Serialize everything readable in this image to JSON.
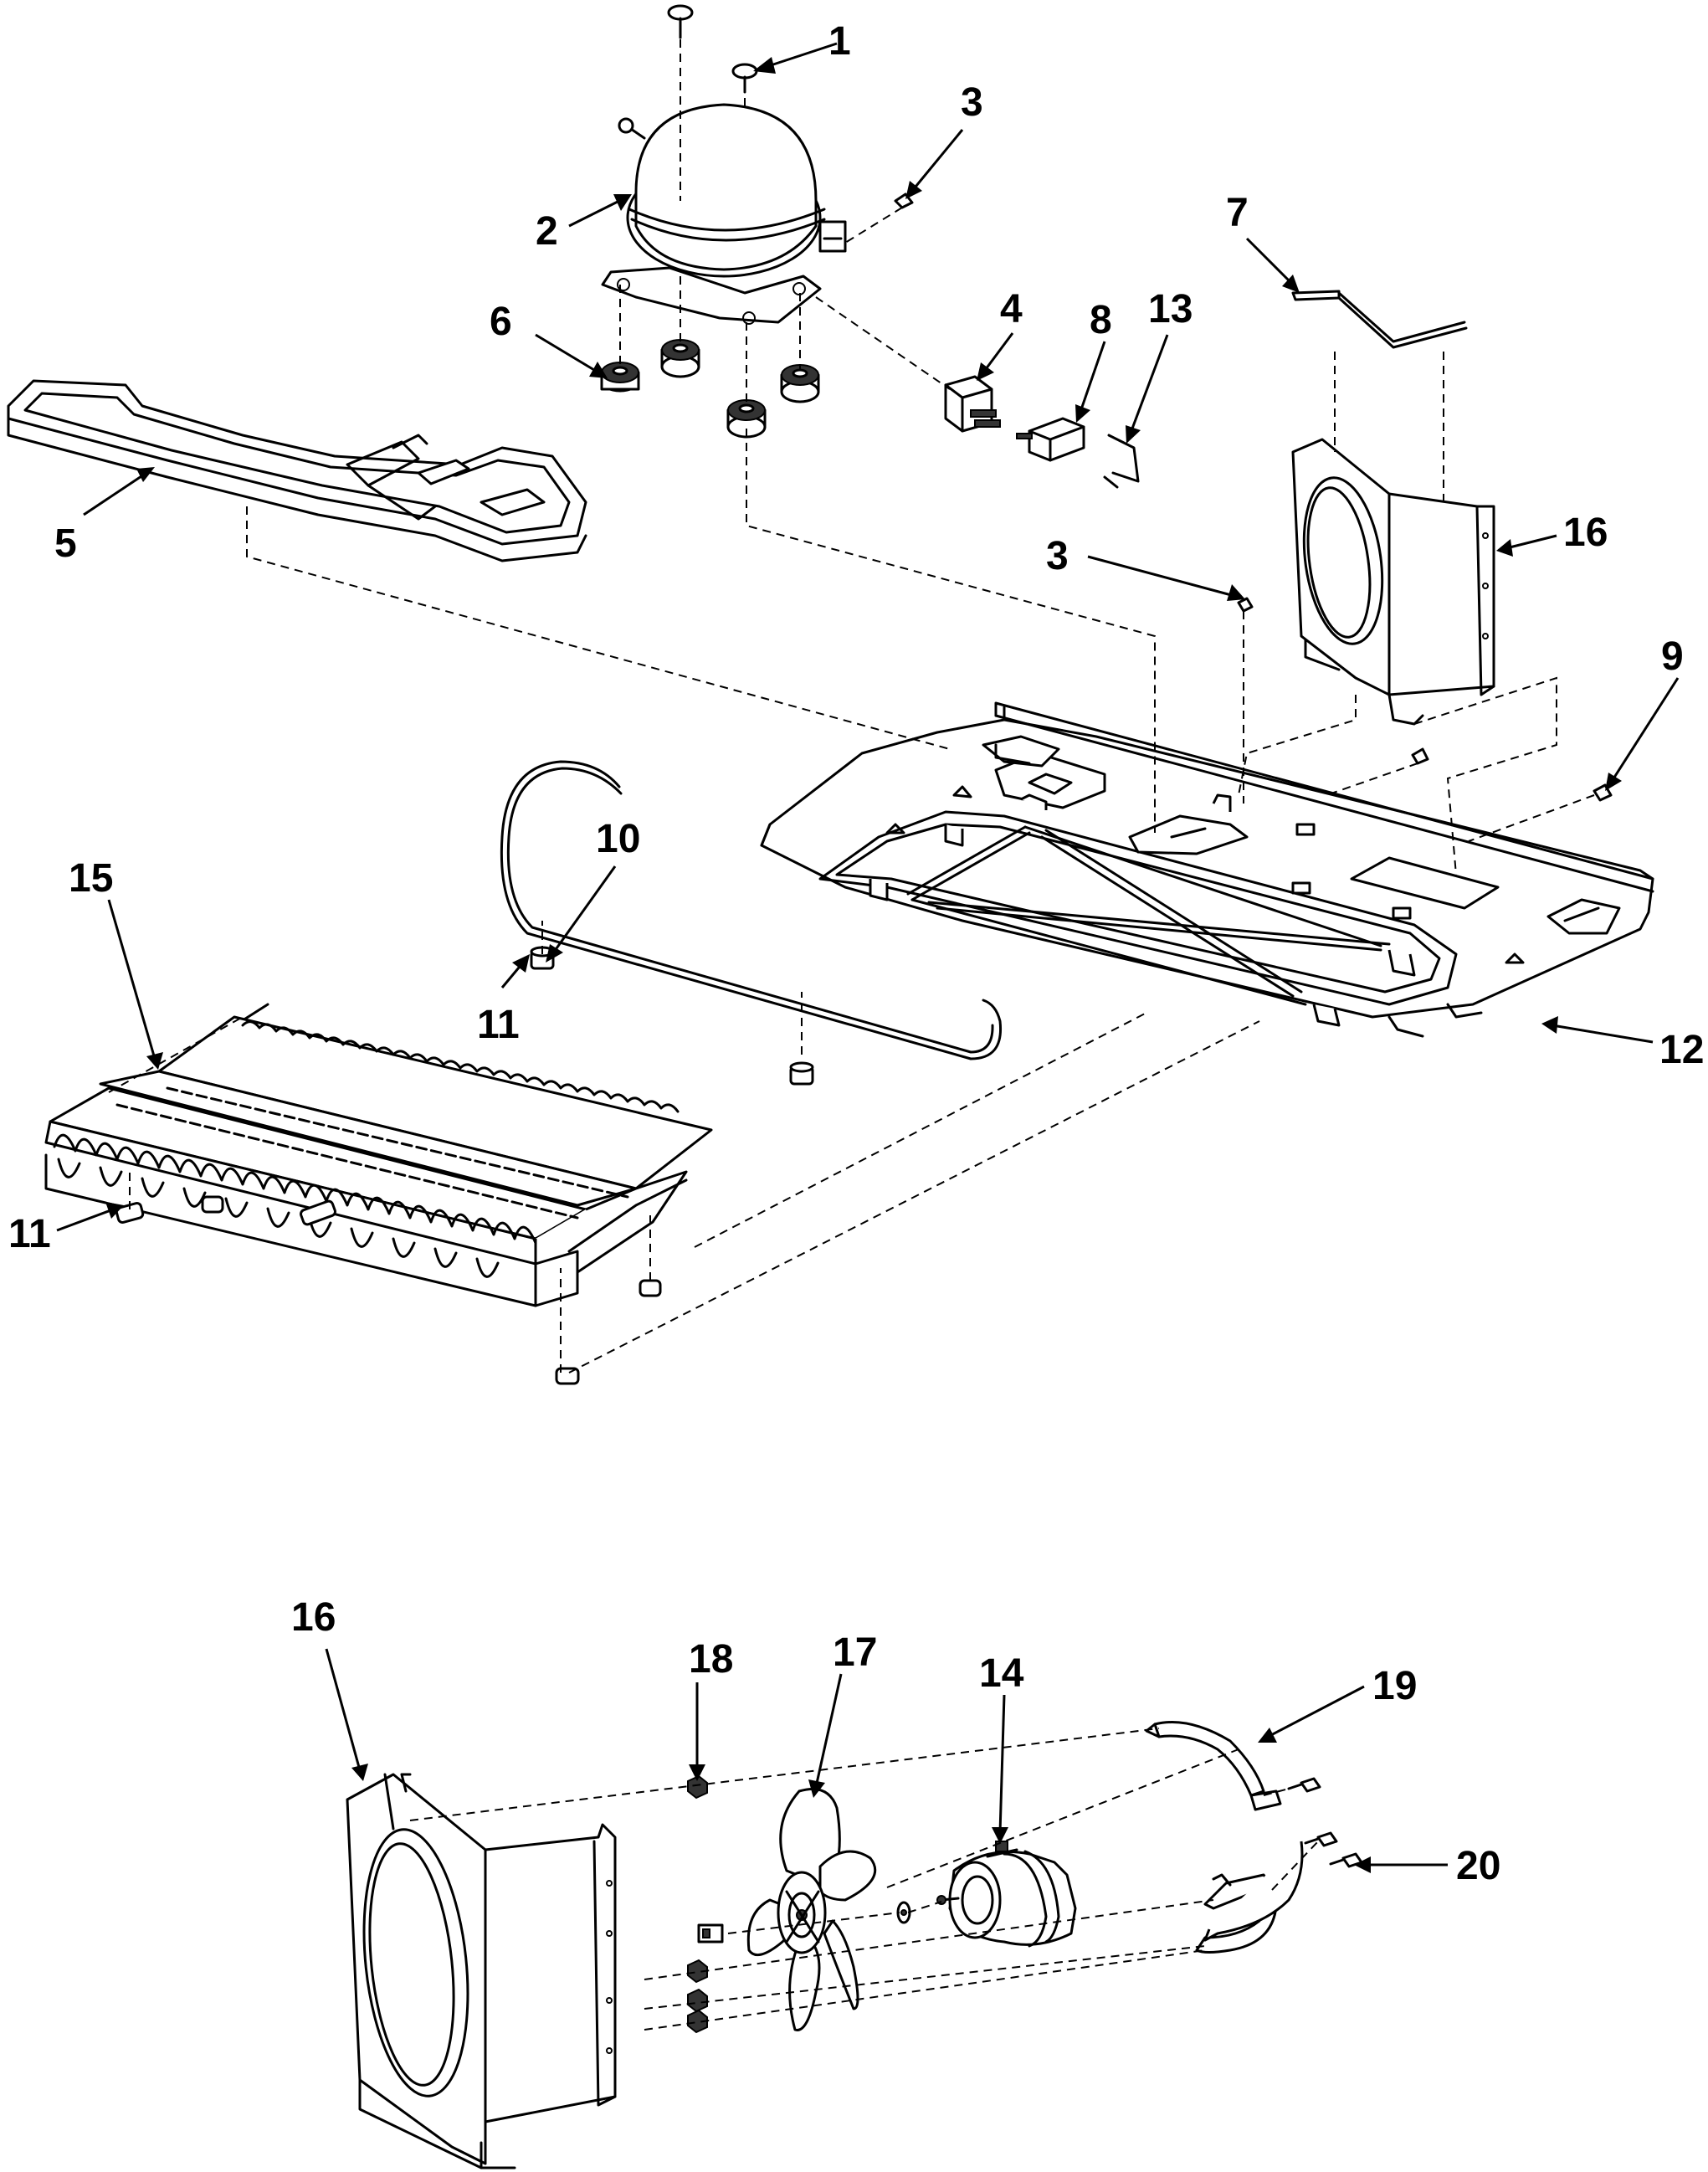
{
  "diagram": {
    "callouts": [
      {
        "id": "c1",
        "label": "1"
      },
      {
        "id": "c2",
        "label": "2"
      },
      {
        "id": "c3a",
        "label": "3"
      },
      {
        "id": "c3b",
        "label": "3"
      },
      {
        "id": "c4",
        "label": "4"
      },
      {
        "id": "c5",
        "label": "5"
      },
      {
        "id": "c6",
        "label": "6"
      },
      {
        "id": "c7",
        "label": "7"
      },
      {
        "id": "c8",
        "label": "8"
      },
      {
        "id": "c9",
        "label": "9"
      },
      {
        "id": "c10",
        "label": "10"
      },
      {
        "id": "c11a",
        "label": "11"
      },
      {
        "id": "c11b",
        "label": "11"
      },
      {
        "id": "c12",
        "label": "12"
      },
      {
        "id": "c13",
        "label": "13"
      },
      {
        "id": "c14",
        "label": "14"
      },
      {
        "id": "c15",
        "label": "15"
      },
      {
        "id": "c16a",
        "label": "16"
      },
      {
        "id": "c16b",
        "label": "16"
      },
      {
        "id": "c17",
        "label": "17"
      },
      {
        "id": "c18",
        "label": "18"
      },
      {
        "id": "c19",
        "label": "19"
      },
      {
        "id": "c20",
        "label": "20"
      }
    ]
  }
}
